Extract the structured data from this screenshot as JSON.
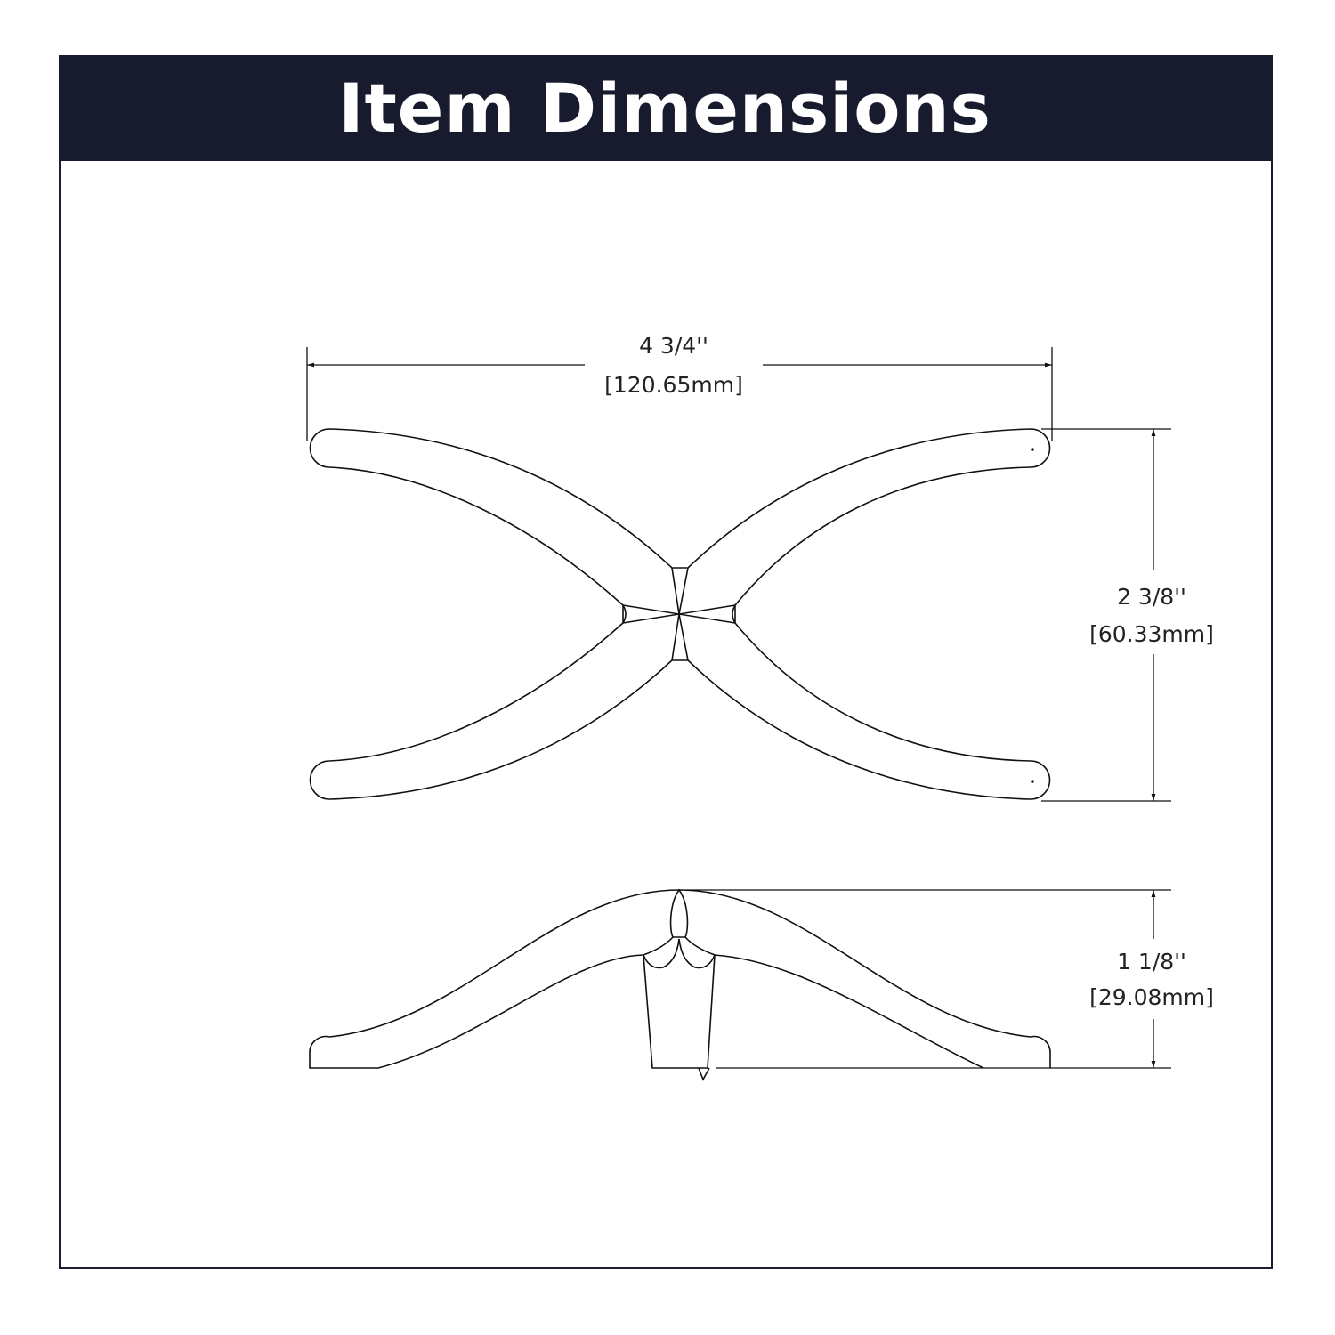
{
  "header": {
    "title": "Item Dimensions"
  },
  "dimensions": {
    "length": {
      "imperial": "4 3/4''",
      "metric": "[120.65mm]"
    },
    "width": {
      "imperial": "2 3/8''",
      "metric": "[60.33mm]"
    },
    "height": {
      "imperial": "1 1/8''",
      "metric": "[29.08mm]"
    }
  },
  "colors": {
    "header_bg": "#181a2d",
    "line": "#111111"
  }
}
